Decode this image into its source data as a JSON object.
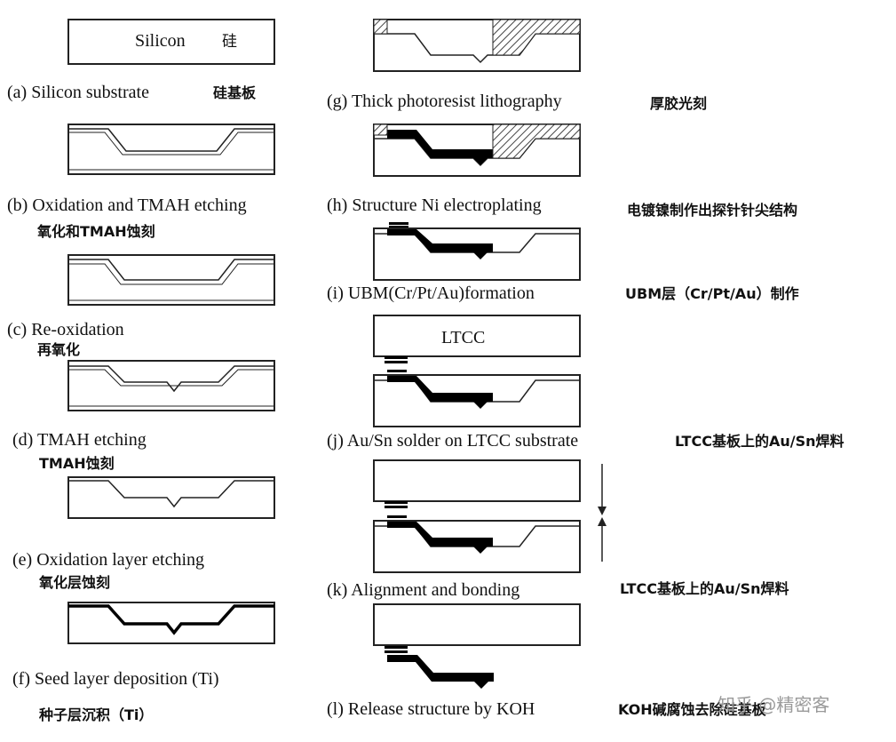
{
  "steps": [
    {
      "id": "a",
      "en": "(a)  Silicon substrate",
      "zh": "硅基板",
      "inbox_en": "Silicon",
      "inbox_zh": "硅"
    },
    {
      "id": "b",
      "en": "(b) Oxidation and TMAH etching",
      "zh": "氧化和TMAH蚀刻"
    },
    {
      "id": "c",
      "en": "(c) Re-oxidation",
      "zh": "再氧化"
    },
    {
      "id": "d",
      "en": "(d) TMAH etching",
      "zh": "TMAH蚀刻"
    },
    {
      "id": "e",
      "en": "(e) Oxidation layer etching",
      "zh": "氧化层蚀刻"
    },
    {
      "id": "f",
      "en": "(f)  Seed layer deposition (Ti)",
      "zh": "种子层沉积（Ti）"
    },
    {
      "id": "g",
      "en": "(g) Thick photoresist lithography",
      "zh": "厚胶光刻"
    },
    {
      "id": "h",
      "en": "(h) Structure Ni electroplating",
      "zh": "电镀镍制作出探针针尖结构"
    },
    {
      "id": "i",
      "en": "(i)  UBM(Cr/Pt/Au)formation",
      "zh": "UBM层（Cr/Pt/Au）制作"
    },
    {
      "id": "j",
      "en": "(j)  Au/Sn solder on LTCC substrate",
      "zh": "LTCC基板上的Au/Sn焊料",
      "inbox_en": "LTCC"
    },
    {
      "id": "k",
      "en": "(k)  Alignment and bonding",
      "zh": "LTCC基板上的Au/Sn焊料"
    },
    {
      "id": "l",
      "en": "(l)  Release structure by KOH",
      "zh": "KOH碱腐蚀去除硅基板"
    }
  ],
  "watermark": "知乎 @精密客",
  "colors": {
    "line": "#222222",
    "fill": "#ffffff",
    "metal": "#000000",
    "hatch": "#555555"
  }
}
